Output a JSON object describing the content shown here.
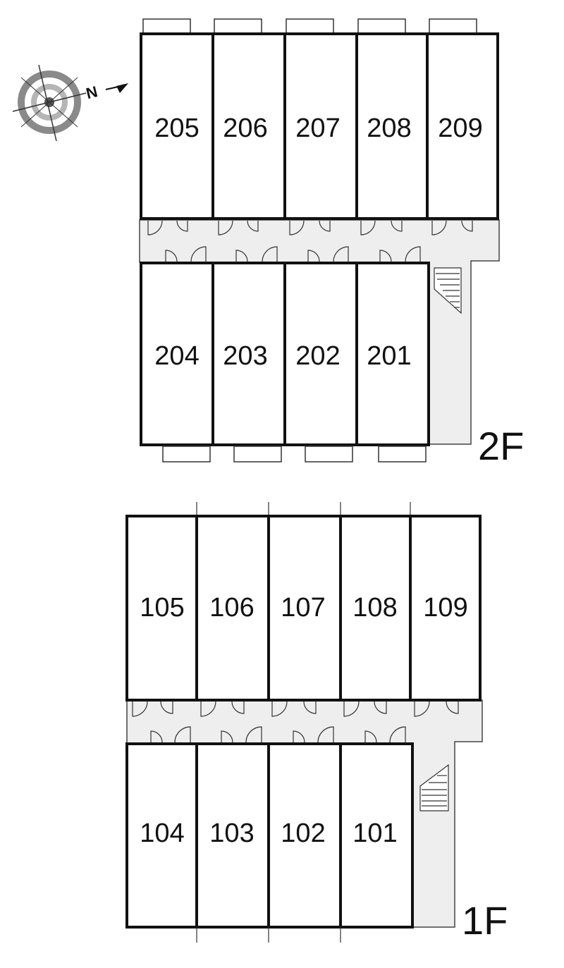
{
  "floors": [
    {
      "label": "2F",
      "top_rooms": [
        "205",
        "206",
        "207",
        "208",
        "209"
      ],
      "bottom_rooms": [
        "204",
        "203",
        "202",
        "201"
      ]
    },
    {
      "label": "1F",
      "top_rooms": [
        "105",
        "106",
        "107",
        "108",
        "109"
      ],
      "bottom_rooms": [
        "104",
        "103",
        "102",
        "101"
      ]
    }
  ],
  "compass": {
    "label": "N",
    "icon": "compass-icon"
  },
  "colors": {
    "wall": "#111111",
    "corridor": "#eeeeee",
    "compass_ring": "#8a8a8a"
  }
}
